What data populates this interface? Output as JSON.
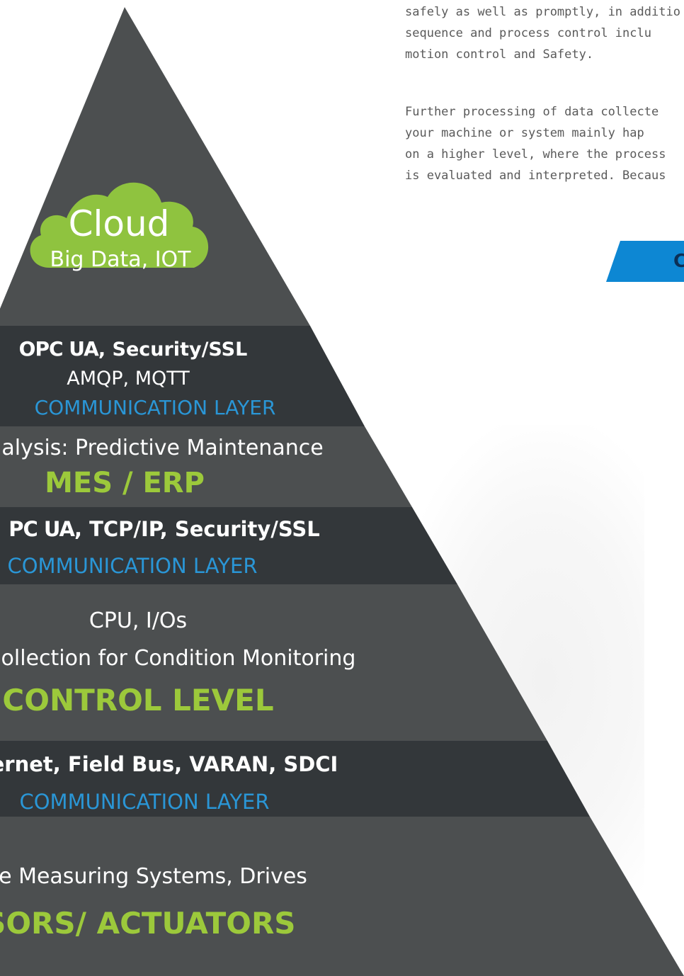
{
  "paragraphs": [
    [
      "safely as well as promptly, in additio",
      "sequence and process control inclu",
      "motion control and Safety."
    ],
    [
      "Further processing of data collecte",
      "your machine or system mainly hap",
      "on a higher level, where the process",
      "is evaluated and interpreted. Becaus"
    ]
  ],
  "cta": {
    "label": "C"
  },
  "cloud": {
    "title": "Cloud",
    "subtitle": "Big Data, IOT"
  },
  "layers": {
    "comm_top": {
      "logo": "OPC UA",
      "line1": ", Security/SSL",
      "line2": "AMQP, MQTT",
      "layer": "COMMUNICATION LAYER"
    },
    "mes": {
      "line1": "nalysis: Predictive Maintenance",
      "title": "MES / ERP"
    },
    "comm_mid": {
      "logo": "PC UA",
      "line1": ", TCP/IP, Security/SSL",
      "layer": "COMMUNICATION LAYER"
    },
    "control": {
      "line1": "CPU, I/Os",
      "line2": "ollection for Condition Monitoring",
      "title": "CONTROL LEVEL"
    },
    "comm_bottom": {
      "line1": "ernet, Field Bus, VARAN, SDCI",
      "layer": "COMMUNICATION LAYER"
    },
    "sensors": {
      "line1": "e Measuring Systems, Drives",
      "title": "ISORS/ ACTUATORS"
    }
  },
  "colors": {
    "layer_light": "#4c4f50",
    "layer_dark": "#33373a",
    "cloud_green": "#8fc33f",
    "accent_blue": "#2a96d6",
    "title_green": "#9cc93b"
  }
}
